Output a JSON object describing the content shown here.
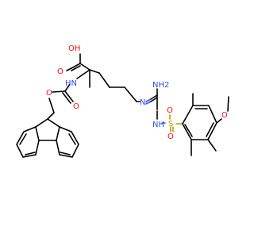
{
  "atom_colors": {
    "carbon": "#000000",
    "oxygen": "#ff0d0d",
    "nitrogen": "#3050f8",
    "sulfur": "#b3a100"
  },
  "atoms": [
    {
      "label": "OH",
      "element": "O"
    },
    {
      "label": "O",
      "element": "O"
    },
    {
      "label": "HN",
      "element": "N"
    },
    {
      "label": "O",
      "element": "O"
    },
    {
      "label": "O",
      "element": "O"
    },
    {
      "label": "N",
      "element": "N"
    },
    {
      "label": "NH2",
      "element": "N"
    },
    {
      "label": "NH",
      "element": "N"
    },
    {
      "label": "S",
      "element": "S"
    },
    {
      "label": "O",
      "element": "O"
    },
    {
      "label": "O",
      "element": "O"
    },
    {
      "label": "O",
      "element": "O"
    }
  ]
}
